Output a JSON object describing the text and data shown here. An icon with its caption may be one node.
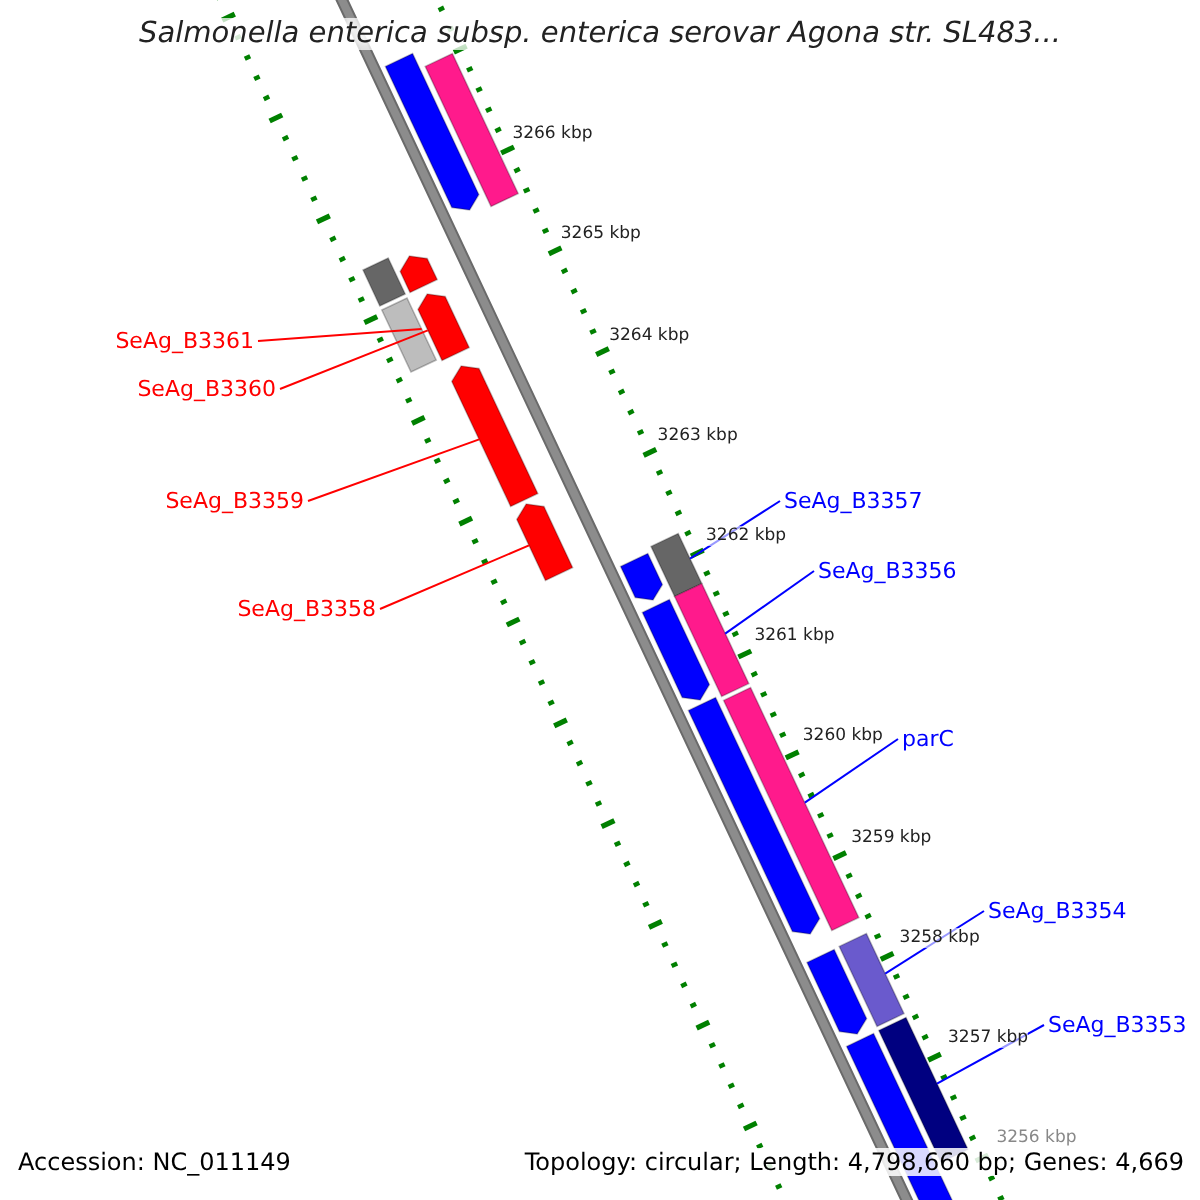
{
  "diagram": {
    "title": "Salmonella enterica subsp. enterica serovar Agona str. SL483...",
    "nodes": [
      {
        "text": [
          "SeAg_B3361"
        ]
      },
      {
        "text": [
          "SeAg_B3360"
        ]
      },
      {
        "text": [
          "SeAg_B3357"
        ]
      },
      {
        "text": [
          "SeAg_B3359"
        ]
      },
      {
        "text": [
          "SeAg_B3356"
        ]
      },
      {
        "text": [
          "SeAg_B3358"
        ]
      },
      {
        "text": [
          "parC"
        ]
      },
      {
        "text": [
          "SeAg_B3354"
        ]
      },
      {
        "text": [
          "SeAg_B3353"
        ]
      },
      {
        "text": [],
        "shape": "bar"
      },
      {
        "text": [],
        "shape": "bar"
      },
      {
        "text": [],
        "shape": "bar"
      },
      {
        "text": [],
        "shape": "bar"
      },
      {
        "text": [],
        "shape": "bar"
      },
      {
        "text": [],
        "shape": "bar"
      },
      {
        "text": [],
        "shape": "bar"
      },
      {
        "text": [],
        "shape": "bar"
      },
      {
        "text": [],
        "shape": "bar"
      },
      {
        "text": [],
        "shape": "bar"
      },
      {
        "text": [],
        "shape": "bar"
      },
      {
        "text": [],
        "shape": "bar"
      },
      {
        "text": [],
        "shape": "bar"
      },
      {
        "text": [],
        "shape": "bar"
      },
      {
        "text": [],
        "shape": "bar"
      },
      {
        "text": [],
        "shape": "bar"
      },
      {
        "text": [],
        "shape": "bar"
      },
      {
        "text": [],
        "shape": "bar"
      }
    ],
    "edges": [
      {
        "from": 0,
        "to": 14,
        "arrow": "none",
        "color": "#ff0000"
      },
      {
        "from": 1,
        "to": 13,
        "arrow": "none",
        "color": "#ff0000"
      },
      {
        "from": 2,
        "to": 17,
        "arrow": "none"
      },
      {
        "from": 3,
        "to": 15,
        "arrow": "none",
        "color": "#ff0000"
      },
      {
        "from": 4,
        "to": 19,
        "arrow": "none"
      },
      {
        "from": 5,
        "to": 16,
        "arrow": "none",
        "color": "#ff0000"
      },
      {
        "from": 6,
        "to": 21,
        "arrow": "none"
      },
      {
        "from": 7,
        "to": 23,
        "arrow": "none"
      },
      {
        "from": 8,
        "to": 25,
        "arrow": "none"
      }
    ],
    "labels": [
      "3266 kbp",
      "3265 kbp",
      "3264 kbp",
      "3263 kbp",
      "3262 kbp",
      "3261 kbp",
      "3260 kbp",
      "3259 kbp",
      "3258 kbp",
      "3257 kbp",
      "3256 kbp",
      "Accession: NC_011149",
      "Topology: circular; Length: 4,798,660 bp; Genes: 4,669"
    ]
  }
}
